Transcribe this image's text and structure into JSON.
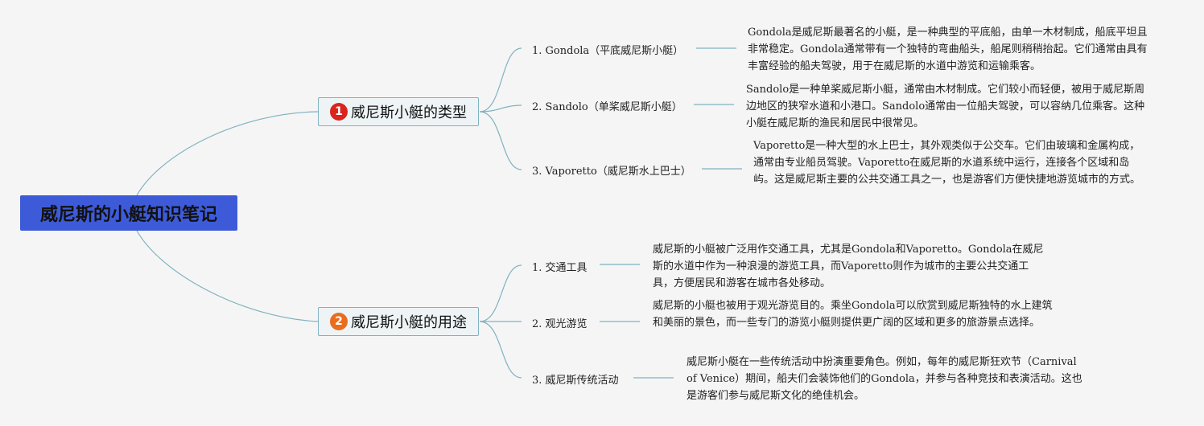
{
  "root": {
    "title": "威尼斯的小艇知识笔记"
  },
  "colors": {
    "badge1": "#d9251d",
    "badge2": "#e96c1f",
    "root_bg": "#3d5bd9",
    "line": "#7fb2bf"
  },
  "branches": [
    {
      "badge": "1",
      "label": "威尼斯小艇的类型",
      "items": [
        {
          "label": "1. Gondola（平底威尼斯小艇）",
          "desc": "Gondola是威尼斯最著名的小艇，是一种典型的平底船，由单一木材制成，船底平坦且非常稳定。Gondola通常带有一个独特的弯曲船头，船尾则稍稍抬起。它们通常由具有丰富经验的船夫驾驶，用于在威尼斯的水道中游览和运输乘客。"
        },
        {
          "label": "2. Sandolo（单桨威尼斯小艇）",
          "desc": "Sandolo是一种单桨威尼斯小艇，通常由木材制成。它们较小而轻便，被用于威尼斯周边地区的狭窄水道和小港口。Sandolo通常由一位船夫驾驶，可以容纳几位乘客。这种小艇在威尼斯的渔民和居民中很常见。"
        },
        {
          "label": "3. Vaporetto（威尼斯水上巴士）",
          "desc": "Vaporetto是一种大型的水上巴士，其外观类似于公交车。它们由玻璃和金属构成，通常由专业船员驾驶。Vaporetto在威尼斯的水道系统中运行，连接各个区域和岛屿。这是威尼斯主要的公共交通工具之一，也是游客们方便快捷地游览城市的方式。"
        }
      ]
    },
    {
      "badge": "2",
      "label": "威尼斯小艇的用途",
      "items": [
        {
          "label": "1. 交通工具",
          "desc": "威尼斯的小艇被广泛用作交通工具，尤其是Gondola和Vaporetto。Gondola在威尼斯的水道中作为一种浪漫的游览工具，而Vaporetto则作为城市的主要公共交通工具，方便居民和游客在城市各处移动。"
        },
        {
          "label": "2. 观光游览",
          "desc": "威尼斯的小艇也被用于观光游览目的。乘坐Gondola可以欣赏到威尼斯独特的水上建筑和美丽的景色，而一些专门的游览小艇则提供更广阔的区域和更多的旅游景点选择。"
        },
        {
          "label": "3. 威尼斯传统活动",
          "desc": "威尼斯小艇在一些传统活动中扮演重要角色。例如，每年的威尼斯狂欢节（Carnival of Venice）期间，船夫们会装饰他们的Gondola，并参与各种竞技和表演活动。这也是游客们参与威尼斯文化的绝佳机会。"
        }
      ]
    }
  ]
}
